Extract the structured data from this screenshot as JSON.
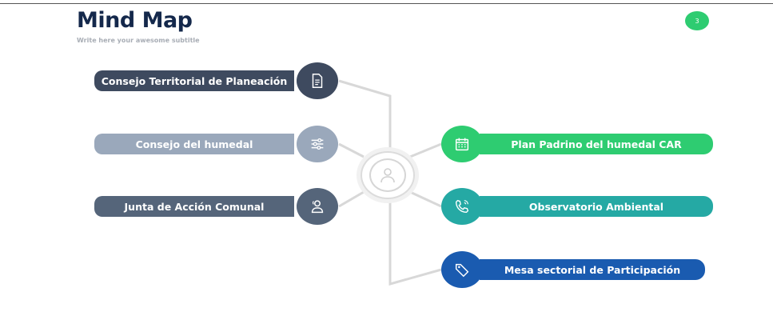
{
  "header": {
    "title": "Mind Map",
    "subtitle": "Write here your awesome subtitle",
    "page_number": "3"
  },
  "colors": {
    "dark_slate": "#3e4a5f",
    "light_slate": "#9aa8bb",
    "medium_slate": "#55657a",
    "green": "#2ecc71",
    "teal": "#25a9a4",
    "blue": "#1a5bb0",
    "connector": "#d8d8d8"
  },
  "left_nodes": [
    {
      "label": "Consejo Territorial de Planeación",
      "icon": "document-icon",
      "color": "#3e4a5f"
    },
    {
      "label": "Consejo del humedal",
      "icon": "sliders-icon",
      "color": "#9aa8bb"
    },
    {
      "label": "Junta de Acción Comunal",
      "icon": "users-icon",
      "color": "#55657a"
    }
  ],
  "right_nodes": [
    {
      "label": "Plan Padrino del humedal CAR",
      "icon": "calendar-icon",
      "color": "#2ecc71"
    },
    {
      "label": "Observatorio Ambiental",
      "icon": "phone-icon",
      "color": "#25a9a4"
    },
    {
      "label": "Mesa sectorial de Participación",
      "icon": "tag-icon",
      "color": "#1a5bb0"
    }
  ],
  "hub": {
    "icon": "user-icon"
  }
}
